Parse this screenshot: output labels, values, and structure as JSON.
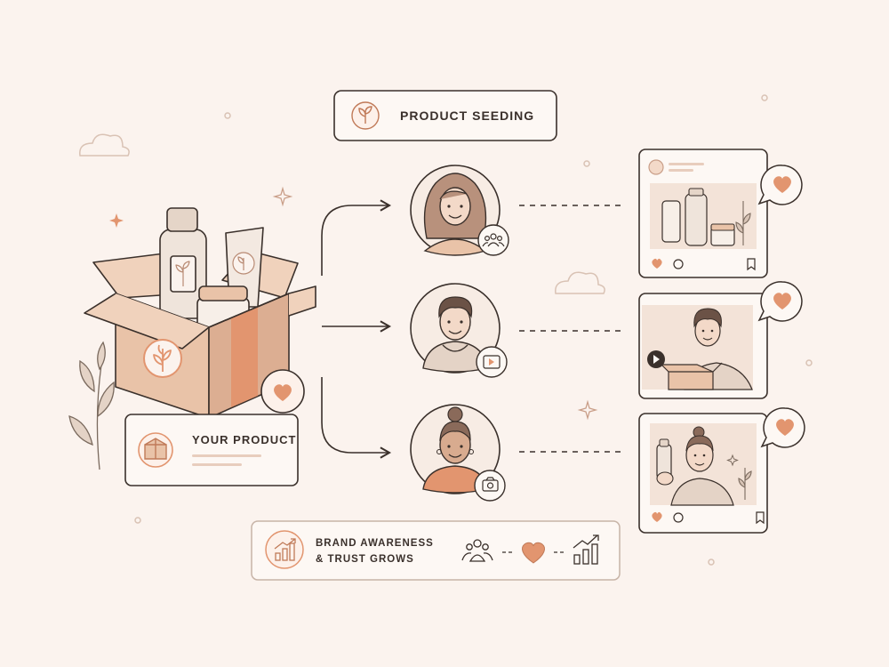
{
  "header": {
    "title": "PRODUCT SEEDING",
    "icon": "sprout-icon"
  },
  "product": {
    "label": "YOUR PRODUCT",
    "icon": "gift-box-icon"
  },
  "influencers": [
    {
      "name": "influencer-woman-long-hair",
      "badge_icon": "community-icon"
    },
    {
      "name": "influencer-man-hoodie",
      "badge_icon": "video-play-icon"
    },
    {
      "name": "influencer-woman-bun",
      "badge_icon": "camera-icon"
    }
  ],
  "posts": [
    {
      "type": "photo-post",
      "reaction_icon": "heart-icon"
    },
    {
      "type": "video-post",
      "reaction_icon": "heart-icon"
    },
    {
      "type": "photo-post",
      "reaction_icon": "heart-icon"
    }
  ],
  "outcome": {
    "line1": "BRAND AWARENESS",
    "line2": "& TRUST GROWS",
    "icons": [
      "growth-chart-icon",
      "people-icon",
      "heart-icon",
      "bar-growth-icon"
    ]
  },
  "colors": {
    "background": "#fbf3ee",
    "accent": "#e2956f",
    "stroke": "#3a302b",
    "card": "#fdf8f4",
    "box": "#e9c3a8"
  }
}
